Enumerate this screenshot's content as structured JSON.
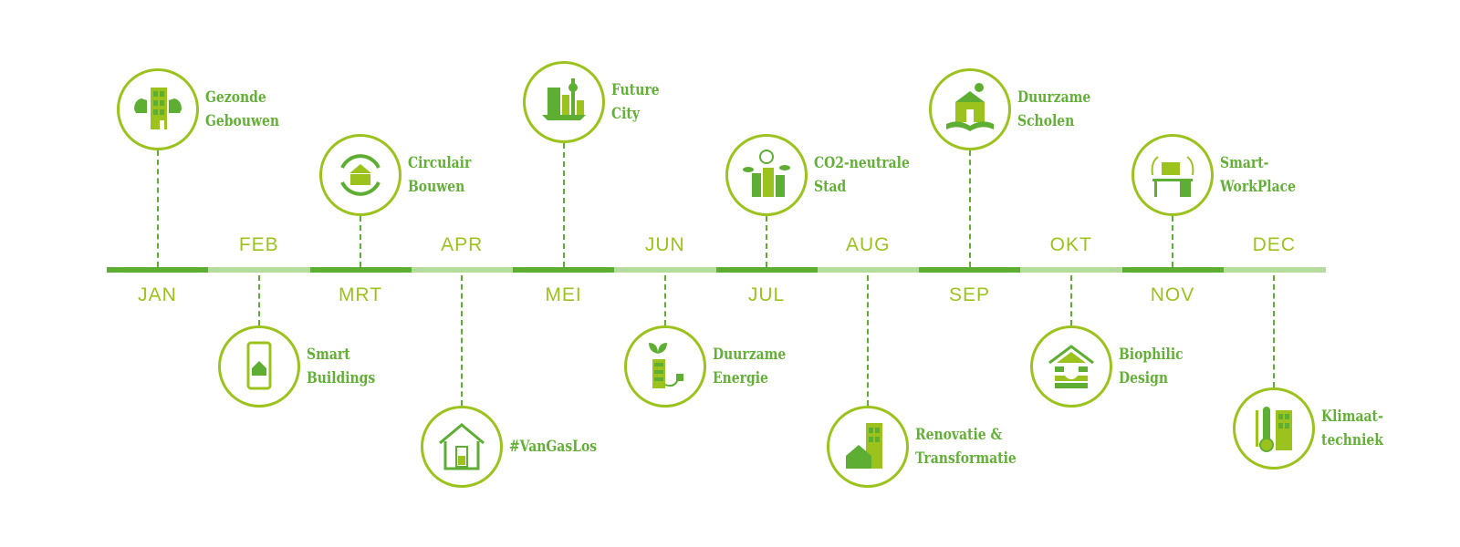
{
  "colors": {
    "dark_green": "#5fae34",
    "light_green": "#b4dc9c",
    "lime": "#9cc31d"
  },
  "months": [
    "JAN",
    "FEB",
    "MRT",
    "APR",
    "MEI",
    "JUN",
    "JUL",
    "AUG",
    "SEP",
    "OKT",
    "NOV",
    "DEC"
  ],
  "events": [
    {
      "month": "JAN",
      "lines": [
        "Gezonde",
        "Gebouwen"
      ],
      "icon": "strong-building-icon"
    },
    {
      "month": "FEB",
      "lines": [
        "Smart",
        "Buildings"
      ],
      "icon": "smartphone-house-icon"
    },
    {
      "month": "MRT",
      "lines": [
        "Circulair",
        "Bouwen"
      ],
      "icon": "recycle-house-icon"
    },
    {
      "month": "APR",
      "lines": [
        "#VanGasLos"
      ],
      "icon": "house-battery-icon"
    },
    {
      "month": "MEI",
      "lines": [
        "Future",
        "City"
      ],
      "icon": "future-city-icon"
    },
    {
      "month": "JUN",
      "lines": [
        "Duurzame",
        "Energie"
      ],
      "icon": "battery-plug-icon"
    },
    {
      "month": "JUL",
      "lines": [
        "CO2-neutrale",
        "Stad"
      ],
      "icon": "co2-city-icon"
    },
    {
      "month": "AUG",
      "lines": [
        "Renovatie &",
        "Transformatie"
      ],
      "icon": "renovation-building-icon"
    },
    {
      "month": "SEP",
      "lines": [
        "Duurzame",
        "Scholen"
      ],
      "icon": "school-book-icon"
    },
    {
      "month": "OKT",
      "lines": [
        "Biophilic",
        "Design"
      ],
      "icon": "biophilic-house-icon"
    },
    {
      "month": "NOV",
      "lines": [
        "Smart-",
        "WorkPlace"
      ],
      "icon": "workplace-desk-icon"
    },
    {
      "month": "DEC",
      "lines": [
        "Klimaat-",
        "techniek"
      ],
      "icon": "thermometer-building-icon"
    }
  ]
}
